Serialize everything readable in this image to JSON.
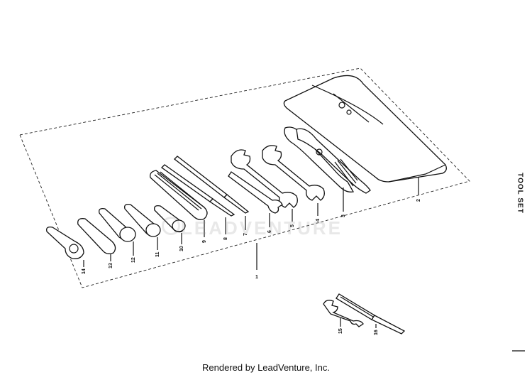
{
  "diagram": {
    "side_title": "TOOL SET",
    "footer": "Rendered by LeadVenture, Inc.",
    "watermark": "LEADVENTURE",
    "callouts": [
      {
        "id": "1",
        "label": "1"
      },
      {
        "id": "2",
        "label": "2"
      },
      {
        "id": "3",
        "label": "3"
      },
      {
        "id": "4",
        "label": "4"
      },
      {
        "id": "5",
        "label": "5"
      },
      {
        "id": "6",
        "label": "6"
      },
      {
        "id": "7",
        "label": "7"
      },
      {
        "id": "8",
        "label": "8"
      },
      {
        "id": "9",
        "label": "9"
      },
      {
        "id": "10",
        "label": "10"
      },
      {
        "id": "11",
        "label": "11"
      },
      {
        "id": "12",
        "label": "12"
      },
      {
        "id": "13",
        "label": "13"
      },
      {
        "id": "14",
        "label": "14"
      },
      {
        "id": "15",
        "label": "15"
      },
      {
        "id": "16",
        "label": "16"
      }
    ]
  }
}
